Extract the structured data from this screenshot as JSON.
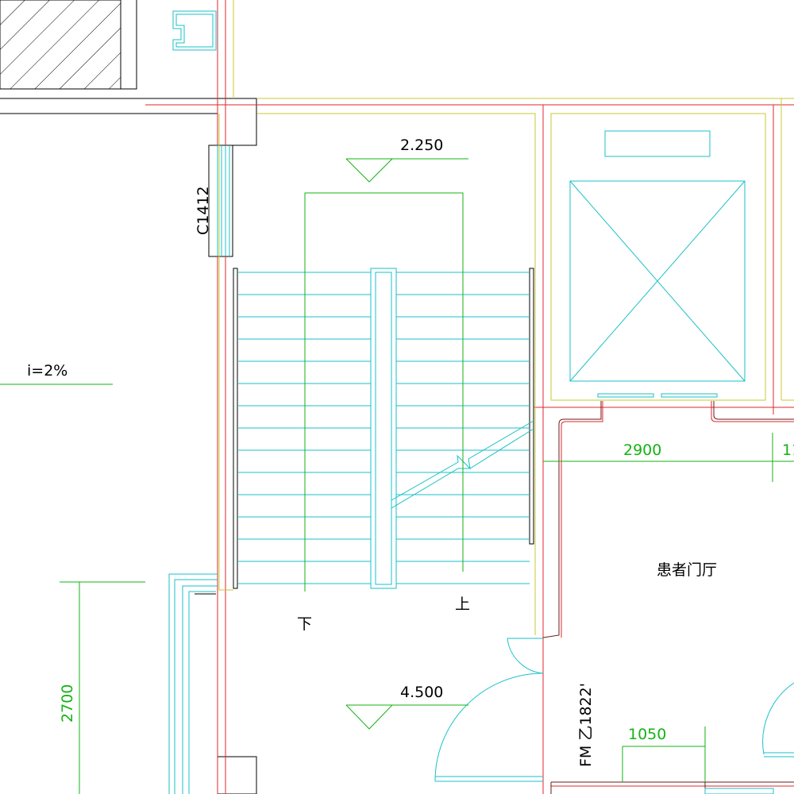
{
  "colors": {
    "wall_axis": "#e0262b",
    "wall_line": "#c8c832",
    "fixture": "#19c2c8",
    "dimension": "#13b313",
    "outline": "#000000",
    "room_text": "#000000"
  },
  "labels": {
    "window_tag": "C1412",
    "slope": "i=2%",
    "level_upper": "2.250",
    "level_lower": "4.500",
    "stair_down": "下",
    "stair_up": "上",
    "room_name": "患者门厅",
    "door_tag": "FM 乙1822'"
  },
  "dimensions": {
    "width_a": "2900",
    "width_b_partial": "11",
    "height_a": "2700",
    "width_c": "1050"
  }
}
